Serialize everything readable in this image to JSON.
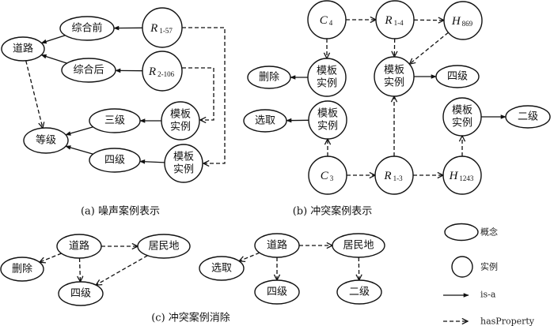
{
  "figure": {
    "panels": [
      {
        "id": "a",
        "caption": "(a) 噪声案例表示",
        "nodes": [
          {
            "id": "a_daolu",
            "type": "concept",
            "label": "道路"
          },
          {
            "id": "a_zhqian",
            "type": "concept",
            "label": "综合前"
          },
          {
            "id": "a_zhhou",
            "type": "concept",
            "label": "综合后"
          },
          {
            "id": "a_r157",
            "type": "instance",
            "label": "R",
            "sub": "1-57"
          },
          {
            "id": "a_r2106",
            "type": "instance",
            "label": "R",
            "sub": "2-106"
          },
          {
            "id": "a_dengji",
            "type": "concept",
            "label": "等级"
          },
          {
            "id": "a_sanji",
            "type": "concept",
            "label": "三级"
          },
          {
            "id": "a_siji",
            "type": "concept",
            "label": "四级"
          },
          {
            "id": "a_tpl1",
            "type": "instance",
            "label": "模板实例"
          },
          {
            "id": "a_tpl2",
            "type": "instance",
            "label": "模板实例"
          }
        ],
        "edges": [
          {
            "from": "a_zhqian",
            "to": "a_daolu",
            "relation": "is-a"
          },
          {
            "from": "a_zhhou",
            "to": "a_daolu",
            "relation": "is-a"
          },
          {
            "from": "a_r157",
            "to": "a_zhqian",
            "relation": "is-a"
          },
          {
            "from": "a_r2106",
            "to": "a_zhhou",
            "relation": "is-a"
          },
          {
            "from": "a_daolu",
            "to": "a_dengji",
            "relation": "hasProperty"
          },
          {
            "from": "a_sanji",
            "to": "a_dengji",
            "relation": "is-a"
          },
          {
            "from": "a_siji",
            "to": "a_dengji",
            "relation": "is-a"
          },
          {
            "from": "a_tpl1",
            "to": "a_sanji",
            "relation": "is-a"
          },
          {
            "from": "a_tpl2",
            "to": "a_siji",
            "relation": "is-a"
          },
          {
            "from": "a_r2106",
            "to": "a_tpl1",
            "relation": "hasProperty"
          },
          {
            "from": "a_r157",
            "to": "a_tpl2",
            "relation": "hasProperty"
          }
        ]
      },
      {
        "id": "b",
        "caption": "(b) 冲突案例表示",
        "nodes": [
          {
            "id": "b_c4",
            "type": "instance",
            "label": "C",
            "sub": "4"
          },
          {
            "id": "b_r14",
            "type": "instance",
            "label": "R",
            "sub": "1-4"
          },
          {
            "id": "b_h869",
            "type": "instance",
            "label": "H",
            "sub": "869"
          },
          {
            "id": "b_tpl_del",
            "type": "instance",
            "label": "模板实例"
          },
          {
            "id": "b_del",
            "type": "concept",
            "label": "删除"
          },
          {
            "id": "b_tpl_mid",
            "type": "instance",
            "label": "模板实例"
          },
          {
            "id": "b_siji",
            "type": "concept",
            "label": "四级"
          },
          {
            "id": "b_tpl_sel",
            "type": "instance",
            "label": "模板实例"
          },
          {
            "id": "b_sel",
            "type": "concept",
            "label": "选取"
          },
          {
            "id": "b_tpl_right",
            "type": "instance",
            "label": "模板实例"
          },
          {
            "id": "b_erji",
            "type": "concept",
            "label": "二级"
          },
          {
            "id": "b_c3",
            "type": "instance",
            "label": "C",
            "sub": "3"
          },
          {
            "id": "b_r13",
            "type": "instance",
            "label": "R",
            "sub": "1-3"
          },
          {
            "id": "b_h1243",
            "type": "instance",
            "label": "H",
            "sub": "1243"
          }
        ],
        "edges": [
          {
            "from": "b_c4",
            "to": "b_r14",
            "relation": "hasProperty"
          },
          {
            "from": "b_r14",
            "to": "b_h869",
            "relation": "hasProperty"
          },
          {
            "from": "b_c4",
            "to": "b_tpl_del",
            "relation": "hasProperty"
          },
          {
            "from": "b_tpl_del",
            "to": "b_del",
            "relation": "is-a"
          },
          {
            "from": "b_r14",
            "to": "b_tpl_mid",
            "relation": "hasProperty"
          },
          {
            "from": "b_h869",
            "to": "b_tpl_mid",
            "relation": "hasProperty"
          },
          {
            "from": "b_tpl_mid",
            "to": "b_siji",
            "relation": "is-a"
          },
          {
            "from": "b_tpl_sel",
            "to": "b_sel",
            "relation": "is-a"
          },
          {
            "from": "b_c3",
            "to": "b_tpl_sel",
            "relation": "hasProperty"
          },
          {
            "from": "b_r13",
            "to": "b_tpl_mid",
            "relation": "hasProperty"
          },
          {
            "from": "b_h1243",
            "to": "b_tpl_right",
            "relation": "hasProperty"
          },
          {
            "from": "b_tpl_right",
            "to": "b_erji",
            "relation": "is-a"
          },
          {
            "from": "b_c3",
            "to": "b_r13",
            "relation": "hasProperty"
          },
          {
            "from": "b_r13",
            "to": "b_h1243",
            "relation": "hasProperty"
          }
        ]
      },
      {
        "id": "c",
        "caption": "(c) 冲突案例消除",
        "nodes": [
          {
            "id": "c1_daolu",
            "type": "concept",
            "label": "道路"
          },
          {
            "id": "c1_jmd",
            "type": "concept",
            "label": "居民地"
          },
          {
            "id": "c1_del",
            "type": "concept",
            "label": "删除"
          },
          {
            "id": "c1_siji",
            "type": "concept",
            "label": "四级"
          },
          {
            "id": "c2_daolu",
            "type": "concept",
            "label": "道路"
          },
          {
            "id": "c2_jmd",
            "type": "concept",
            "label": "居民地"
          },
          {
            "id": "c2_sel",
            "type": "concept",
            "label": "选取"
          },
          {
            "id": "c2_siji",
            "type": "concept",
            "label": "四级"
          },
          {
            "id": "c2_erji",
            "type": "concept",
            "label": "二级"
          }
        ],
        "edges": [
          {
            "from": "c1_daolu",
            "to": "c1_jmd",
            "relation": "hasProperty"
          },
          {
            "from": "c1_daolu",
            "to": "c1_del",
            "relation": "hasProperty"
          },
          {
            "from": "c1_daolu",
            "to": "c1_siji",
            "relation": "hasProperty"
          },
          {
            "from": "c1_jmd",
            "to": "c1_siji",
            "relation": "hasProperty"
          },
          {
            "from": "c2_daolu",
            "to": "c2_jmd",
            "relation": "hasProperty"
          },
          {
            "from": "c2_daolu",
            "to": "c2_sel",
            "relation": "hasProperty"
          },
          {
            "from": "c2_daolu",
            "to": "c2_siji",
            "relation": "hasProperty"
          },
          {
            "from": "c2_jmd",
            "to": "c2_erji",
            "relation": "hasProperty"
          }
        ]
      }
    ],
    "legend": [
      {
        "symbol": "ellipse",
        "label": "概念"
      },
      {
        "symbol": "circle",
        "label": "实例"
      },
      {
        "symbol": "solid-arrow",
        "label": "is-a"
      },
      {
        "symbol": "dashed-arrow",
        "label": "hasProperty"
      }
    ]
  }
}
